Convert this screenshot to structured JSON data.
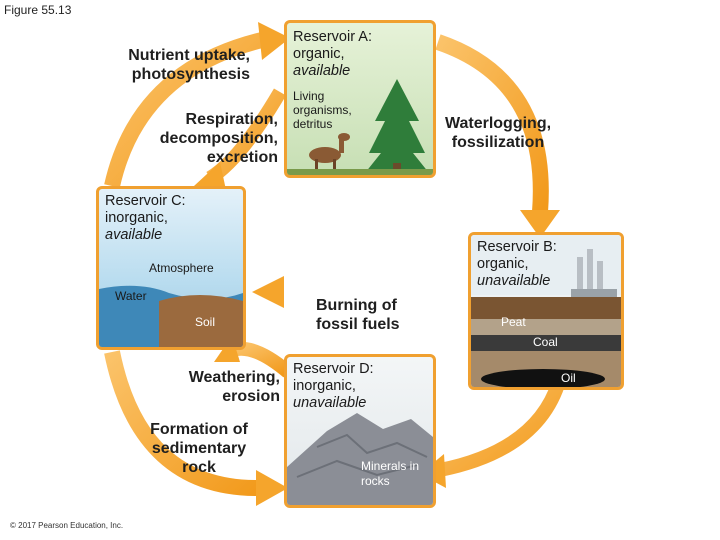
{
  "figure_label": "Figure 55.13",
  "copyright": "© 2017 Pearson Education, Inc.",
  "processes": {
    "nutrient_uptake": "Nutrient uptake, photosynthesis",
    "respiration": "Respiration, decomposition, excretion",
    "waterlogging": "Waterlogging, fossilization",
    "burning": "Burning of fossil fuels",
    "weathering": "Weathering, erosion",
    "sedimentary": "Formation of sedimentary rock"
  },
  "reservoirs": {
    "A": {
      "name": "Reservoir A:",
      "kind": "organic,",
      "state": "available",
      "contents": "Living organisms, detritus"
    },
    "B": {
      "name": "Reservoir B:",
      "kind": "organic,",
      "state": "unavailable",
      "labels": [
        "Peat",
        "Coal",
        "Oil"
      ]
    },
    "C": {
      "name": "Reservoir C:",
      "kind": "inorganic,",
      "state": "available",
      "labels": [
        "Atmosphere",
        "Water",
        "Soil"
      ]
    },
    "D": {
      "name": "Reservoir D:",
      "kind": "inorganic,",
      "state": "unavailable",
      "contents": "Minerals in rocks"
    }
  },
  "colors": {
    "arrow": "#f5a52c",
    "panel_border": "#f0a030"
  }
}
